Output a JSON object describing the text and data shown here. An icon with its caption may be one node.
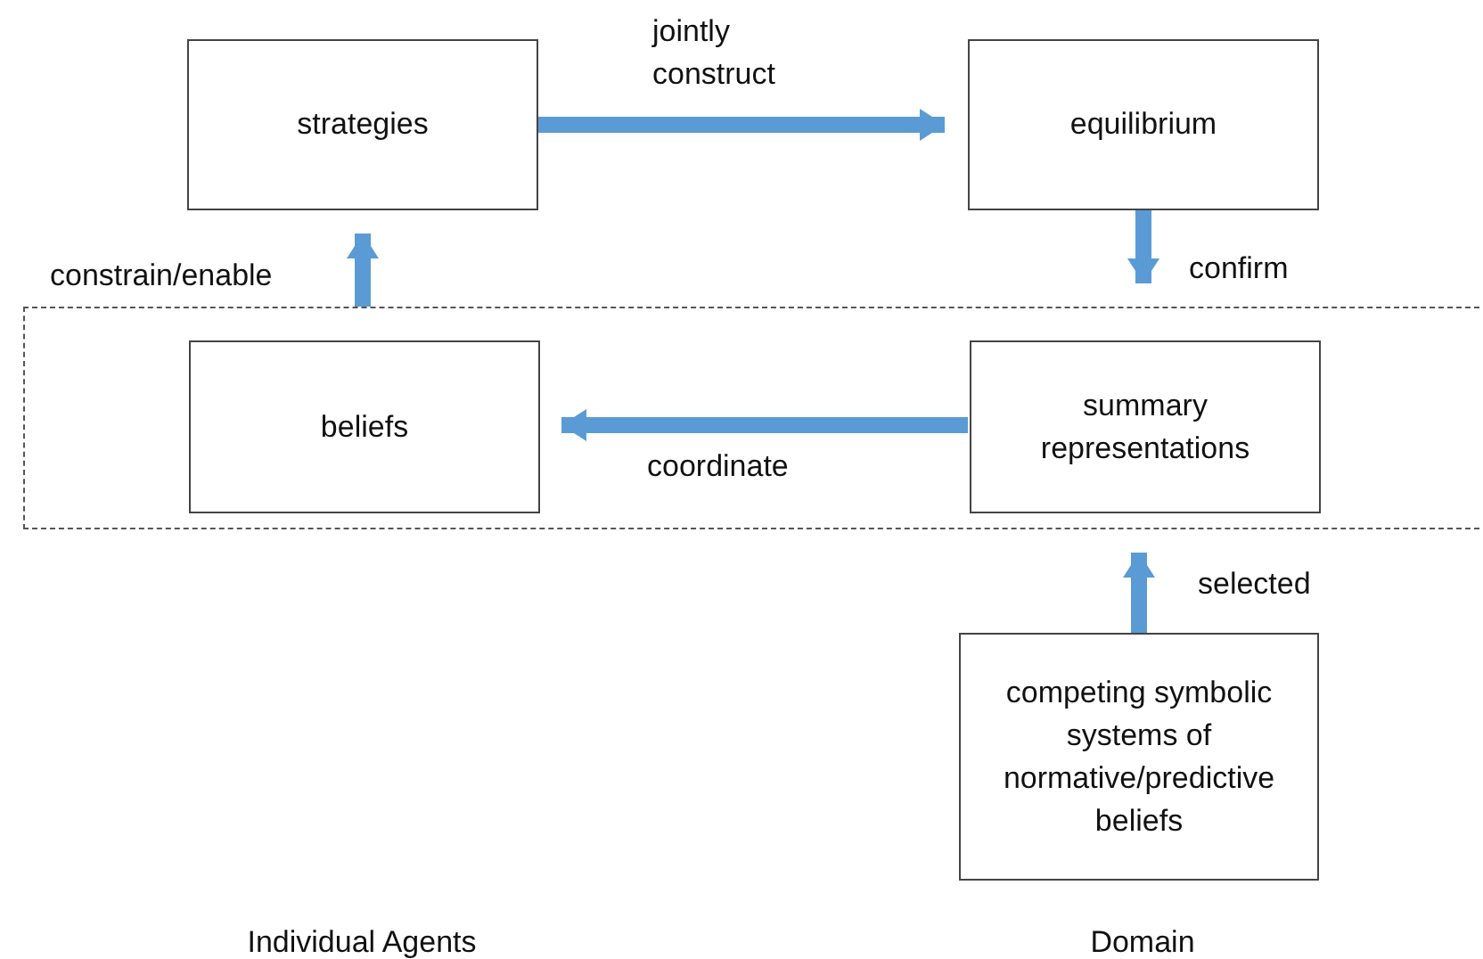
{
  "diagram": {
    "nodes": [
      {
        "text": [
          "strategies"
        ]
      },
      {
        "text": [
          "equilibrium"
        ]
      },
      {
        "text": [],
        "shape": "box"
      },
      {
        "text": [
          "beliefs"
        ],
        "in": 2
      },
      {
        "text": [
          "summary representations"
        ],
        "in": 2
      },
      {
        "text": [
          "competing symbolic systems of normative/predictive beliefs"
        ]
      }
    ],
    "edges": [
      {
        "from": 0,
        "to": 1,
        "arrow": "to",
        "label": "jointly construct"
      },
      {
        "from": 1,
        "to": 2,
        "arrow": "to",
        "label": "confirm"
      },
      {
        "from": 2,
        "to": 0,
        "arrow": "to",
        "label": "constrain/enable"
      },
      {
        "from": 4,
        "to": 3,
        "arrow": "to",
        "label": "coordinate"
      },
      {
        "from": 5,
        "to": 2,
        "arrow": "to",
        "label": "selected"
      }
    ],
    "labels": [
      "Individual Agents",
      "Domain"
    ]
  }
}
